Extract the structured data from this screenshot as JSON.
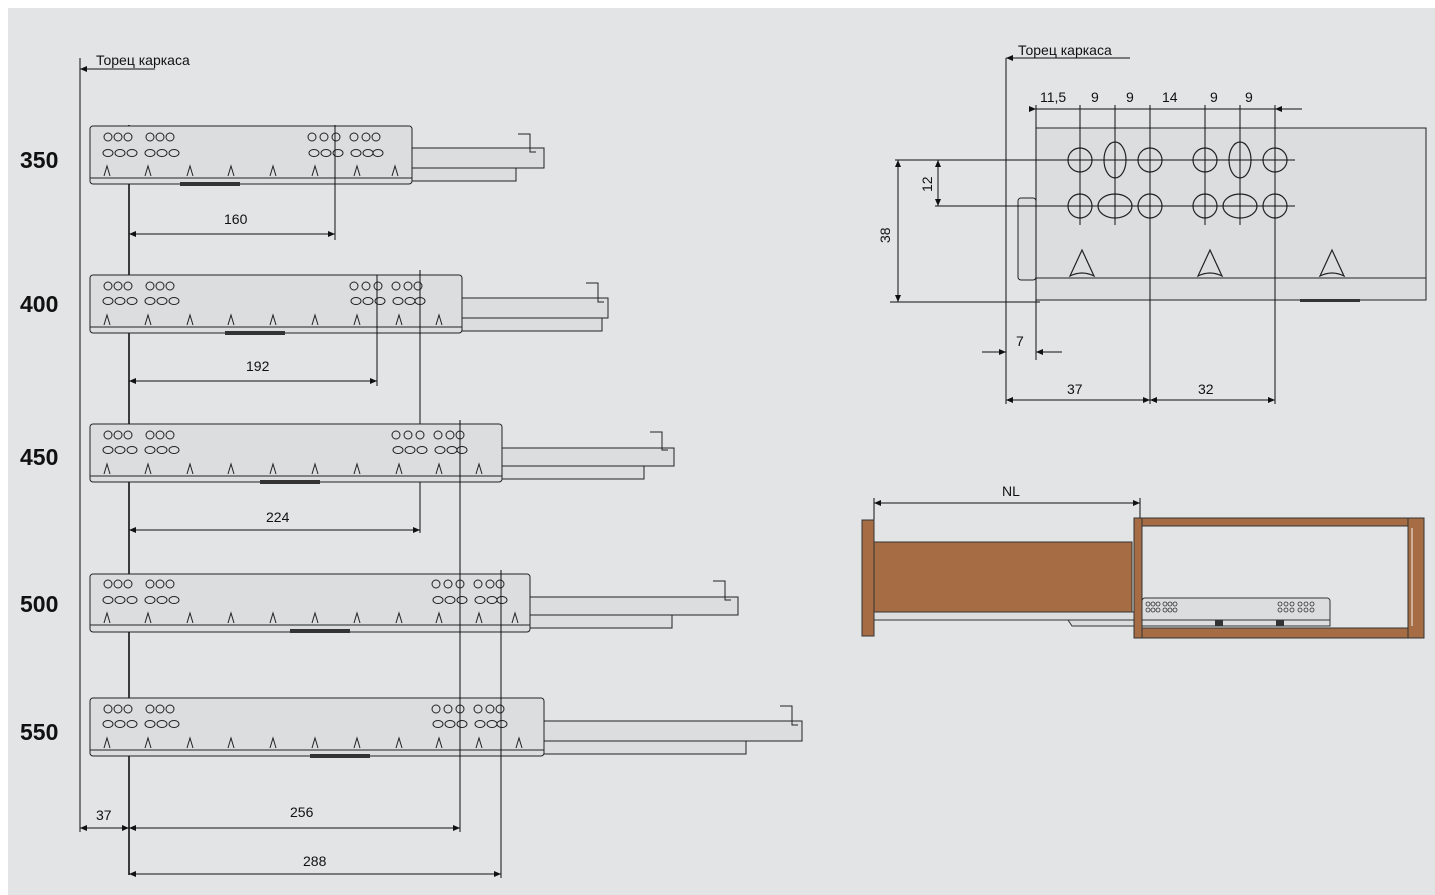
{
  "left": {
    "frame_label": "Торец каркаса",
    "rails": [
      {
        "size": "350",
        "dim": "160"
      },
      {
        "size": "400",
        "dim": "192"
      },
      {
        "size": "450",
        "dim": "224"
      },
      {
        "size": "500",
        "dim": ""
      },
      {
        "size": "550",
        "dim": ""
      }
    ],
    "bottom": {
      "offset": "37",
      "dim_256": "256",
      "dim_288": "288"
    }
  },
  "detail": {
    "frame_label": "Торец каркаса",
    "spacing": [
      "11,5",
      "9",
      "9",
      "14",
      "9",
      "9"
    ],
    "v12": "12",
    "v38": "38",
    "d7": "7",
    "d37": "37",
    "d32": "32"
  },
  "cabinet": {
    "nl": "NL"
  },
  "colors": {
    "background": "#e3e4e6",
    "rail_fill": "#dcdddf",
    "wood": "#a66d45",
    "line": "#111111"
  }
}
